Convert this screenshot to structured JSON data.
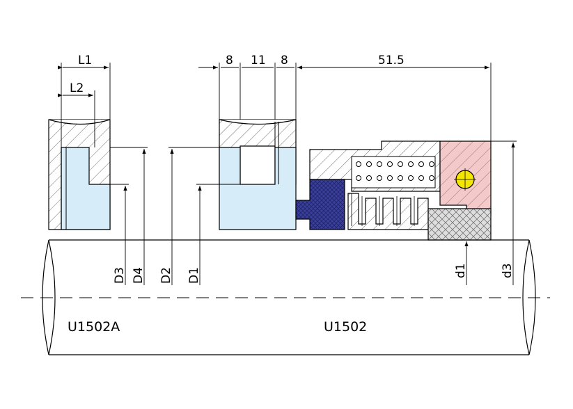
{
  "dimensions": {
    "l1": "L1",
    "l2": "L2",
    "w8a": "8",
    "w11": "11",
    "w8b": "8",
    "len": "51.5",
    "d3": "D3",
    "d4": "D4",
    "d2": "D2",
    "d1": "D1",
    "sd1": "d1",
    "sd3": "d3"
  },
  "labels": {
    "left": "U1502A",
    "right": "U1502"
  },
  "colors": {
    "seat": "#d6ecf8",
    "elastomer": "#3a3f9a",
    "ring": "#f3c9c9",
    "pin": "#f5e600",
    "hatch": "#555555"
  }
}
